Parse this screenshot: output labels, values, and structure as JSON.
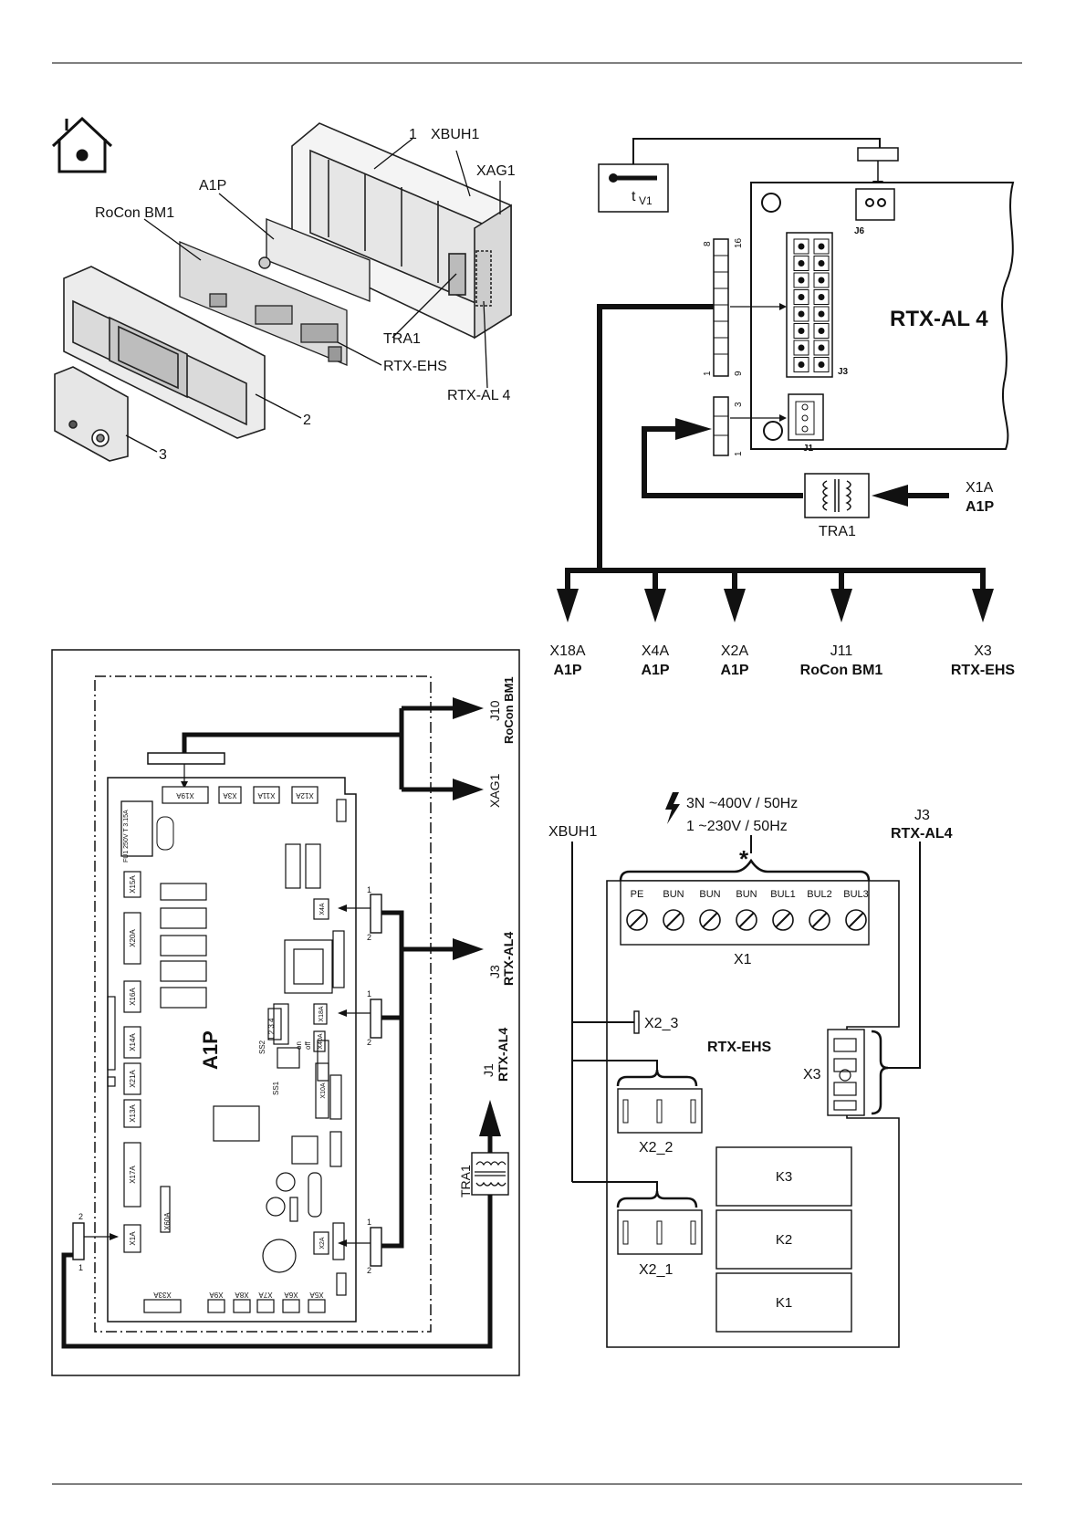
{
  "exploded_view": {
    "callouts": {
      "c1": "1",
      "xbuh1": "XBUH1",
      "xag1": "XAG1",
      "a1p": "A1P",
      "rocon": "RoCon BM1",
      "tra1": "TRA1",
      "rtx_ehs": "RTX-EHS",
      "rtx_al4": "RTX-AL 4",
      "c2": "2",
      "c3": "3"
    }
  },
  "rtx_al4_diagram": {
    "board_title": "RTX-AL 4",
    "sensor_t": "t",
    "sensor_sub": "V1",
    "j6": "J6",
    "j3": "J3",
    "j1": "J1",
    "pin_8": "8",
    "pin_16": "16",
    "pin_1": "1",
    "pin_9": "9",
    "pin_3": "3",
    "pin_1b": "1",
    "tra1": "TRA1",
    "x1a": "X1A",
    "x1a_board": "A1P",
    "targets": [
      {
        "conn": "X18A",
        "board": "A1P"
      },
      {
        "conn": "X4A",
        "board": "A1P"
      },
      {
        "conn": "X2A",
        "board": "A1P"
      },
      {
        "conn": "J11",
        "board": "RoCon BM1"
      },
      {
        "conn": "X3",
        "board": "RTX-EHS"
      }
    ]
  },
  "a1p_diagram": {
    "board_label": "A1P",
    "j10": "J10",
    "j10_board": "RoCon BM1",
    "xag1": "XAG1",
    "j3": "J3",
    "j3_board": "RTX-AL4",
    "j1": "J1",
    "j1_board": "RTX-AL4",
    "tra1": "TRA1",
    "fuse": "FU1 250V T 3.15A",
    "top_conns": [
      "X19A",
      "X3A",
      "X11A",
      "X12A"
    ],
    "left_conns": [
      "X15A",
      "X20A",
      "X16A",
      "X14A",
      "X21A",
      "X13A",
      "X17A",
      "X1A"
    ],
    "right_conns": [
      "X4A",
      "X18A",
      "X40A",
      "X10A",
      "X2A"
    ],
    "bottom_conns": [
      "X33A",
      "X9A",
      "X8A",
      "X7A",
      "X6A",
      "X5A"
    ],
    "x60a": "X60A",
    "ss1": "SS1",
    "ss2": "SS2",
    "dip": "1 2 3 4",
    "on": "on",
    "off": "off",
    "pin1": "1",
    "pin2": "2"
  },
  "rtx_ehs_diagram": {
    "power_line1": "3N ~400V / 50Hz",
    "power_line2": "1 ~230V / 50Hz",
    "asterisk": "*",
    "xbuh1": "XBUH1",
    "j3": "J3",
    "j3_board": "RTX-AL4",
    "terminals": [
      "PE",
      "BUN",
      "BUN",
      "BUN",
      "BUL1",
      "BUL2",
      "BUL3"
    ],
    "x1": "X1",
    "x2_3": "X2_3",
    "x2_2": "X2_2",
    "x2_1": "X2_1",
    "x3": "X3",
    "board": "RTX-EHS",
    "relays": [
      "K3",
      "K2",
      "K1"
    ]
  }
}
